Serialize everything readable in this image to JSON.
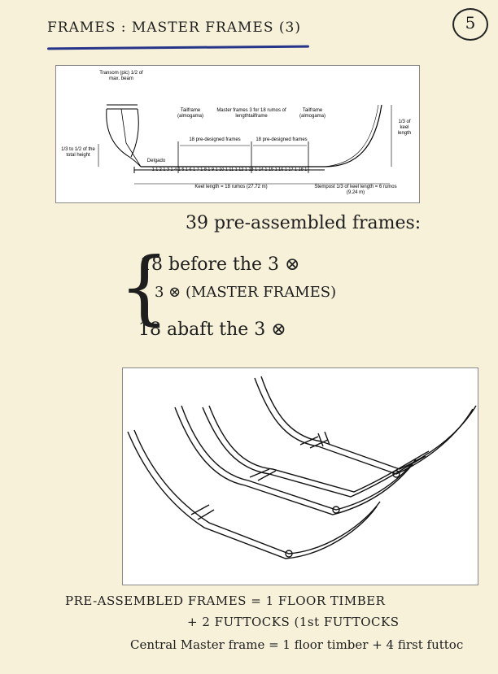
{
  "header": {
    "title": "FRAMES : MASTER FRAMES (3)",
    "page_number": "5"
  },
  "figure1": {
    "transom": "Transom (pic) 1/2 of max. beam",
    "tailframe_left": "Tailframe (almogama)",
    "master_frames": "Master frames 3 for 18 rumos of lengthtailframe",
    "tailframe_right": "Tailframe (almogama)",
    "keel_third": "1/3 of keel length",
    "height_ratio": "1/3 to 1/2 of the total height",
    "delgado": "Delgado",
    "predesigned_left": "18 pre-designed frames",
    "predesigned_right": "18 pre-designed frames",
    "frame_numbers": "1 1 2 1 3 1 4 1 5 1 6 1 7 1 8 1 9 1 10 1 11 1 12 1 13 1 14 1 15 1 16 1 17 1 18 1",
    "stempost": "Stempost 1/3 of keel length = 6 rumos (9.24 m)",
    "keel_length": "Keel length = 18 rumos (27.72 m)"
  },
  "notes": {
    "heading": "39 pre-assembled frames:",
    "line1": "18 before the 3 ⊗",
    "line2": "3 ⊗ (MASTER FRAMES)",
    "line3": "18 abaft the 3 ⊗",
    "pre_assembled_1": "PRE-ASSEMBLED FRAMES = 1 FLOOR TIMBER",
    "pre_assembled_2": "+ 2 FUTTOCKS (1st FUTTOCKS",
    "central_master": "Central Master frame = 1 floor timber + 4 first futtoc"
  }
}
